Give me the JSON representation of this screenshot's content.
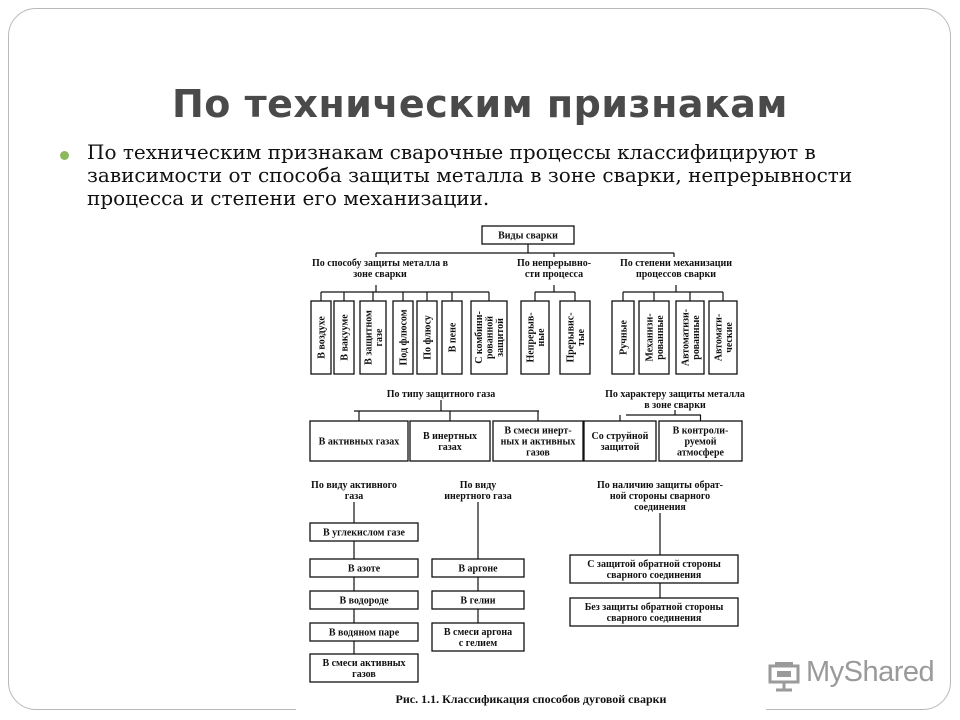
{
  "slide": {
    "title": "По техническим признакам",
    "bullet": "По техническим признакам сварочные процессы классифицируют в зависимости от способа защиты металла в зоне сварки, непрерывности процесса и степени его механизации."
  },
  "diagram": {
    "root": "Виды сварки",
    "group_protection": [
      "По способу защиты металла в",
      "зоне сварки"
    ],
    "group_continuity": [
      "По непрерывно-",
      "сти процесса"
    ],
    "group_mechanization": [
      "По степени механизации",
      "процессов сварки"
    ],
    "protection_items": [
      [
        "В воздухе"
      ],
      [
        "В вакууме"
      ],
      [
        "В защитном",
        "газе"
      ],
      [
        "Под флюсом"
      ],
      [
        "По флюсу"
      ],
      [
        "В пене"
      ],
      [
        "С комбини-",
        "рованной",
        "защитой"
      ]
    ],
    "continuity_items": [
      [
        "Непрерыв-",
        "ные"
      ],
      [
        "Прерывис-",
        "тые"
      ]
    ],
    "mechanization_items": [
      [
        "Ручные"
      ],
      [
        "Механизи-",
        "рованные"
      ],
      [
        "Автоматизи-",
        "рованные"
      ],
      [
        "Автомати-",
        "ческие"
      ]
    ],
    "gas_type_header": "По типу защитного газа",
    "gas_type_items": [
      [
        "В активных газах"
      ],
      [
        "В инертных",
        "газах"
      ],
      [
        "В смеси инерт-",
        "ных и активных",
        "газов"
      ]
    ],
    "protection_character_header": [
      "По характеру защиты металла",
      "в зоне сварки"
    ],
    "protection_character_items": [
      [
        "Со струйной",
        "защитой"
      ],
      [
        "В контроли-",
        "руемой",
        "атмосфере"
      ]
    ],
    "active_gas_header": [
      "По виду активного",
      "газа"
    ],
    "active_gas_items": [
      [
        "В углекислом газе"
      ],
      [
        "В азоте"
      ],
      [
        "В водороде"
      ],
      [
        "В водяном паре"
      ],
      [
        "В смеси активных",
        "газов"
      ]
    ],
    "inert_gas_header": [
      "По виду",
      "инертного газа"
    ],
    "inert_gas_items": [
      [
        "В аргоне"
      ],
      [
        "В гелии"
      ],
      [
        "В смеси аргона",
        "с гелием"
      ]
    ],
    "reverse_side_header": [
      "По наличию защиты обрат-",
      "ной стороны сварного",
      "соединения"
    ],
    "reverse_side_items": [
      [
        "С защитой обратной стороны",
        "сварного соединения"
      ],
      [
        "Без защиты обратной стороны",
        "сварного соединения"
      ]
    ],
    "caption": "Рис. 1.1. Классификация способов дуговой сварки"
  },
  "watermark": {
    "text": "MyShared",
    "icon": "presentation-board-icon",
    "color": "#9a9a9a"
  },
  "colors": {
    "bullet": "#8db85e",
    "title": "#4a4a4a"
  }
}
